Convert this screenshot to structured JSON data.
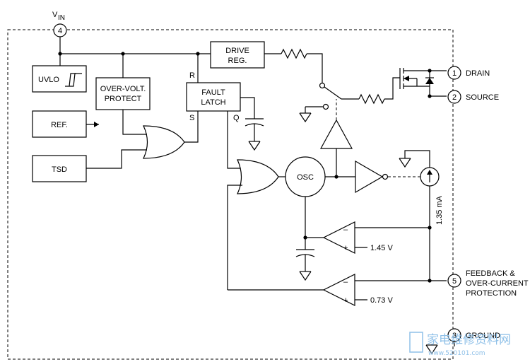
{
  "pins": {
    "vin": {
      "label": "V",
      "sub": "IN",
      "num": "4"
    },
    "drain": {
      "num": "1",
      "label": "DRAIN"
    },
    "source": {
      "num": "2",
      "label": "SOURCE"
    },
    "feedback": {
      "num": "5",
      "line1": "FEEDBACK &",
      "line2": "OVER-CURRENT",
      "line3": "PROTECTION"
    },
    "ground": {
      "num": "3",
      "label": "GROUND"
    }
  },
  "blocks": {
    "uvlo": "UVLO",
    "ref": "REF.",
    "tsd": "TSD",
    "ovp1": "OVER-VOLT.",
    "ovp2": "PROTECT",
    "fault1": "FAULT",
    "fault2": "LATCH",
    "drive1": "DRIVE",
    "drive2": "REG.",
    "osc": "OSC"
  },
  "latch_pins": {
    "r": "R",
    "s": "S",
    "q": "Q"
  },
  "comparators": {
    "ref_upper": "1.45 V",
    "ref_lower": "0.73 V",
    "minus": "–",
    "plus": "+"
  },
  "current_source": "1.35 mA",
  "watermark": {
    "text": "家电维修资料网",
    "url": "www.520101.com"
  }
}
